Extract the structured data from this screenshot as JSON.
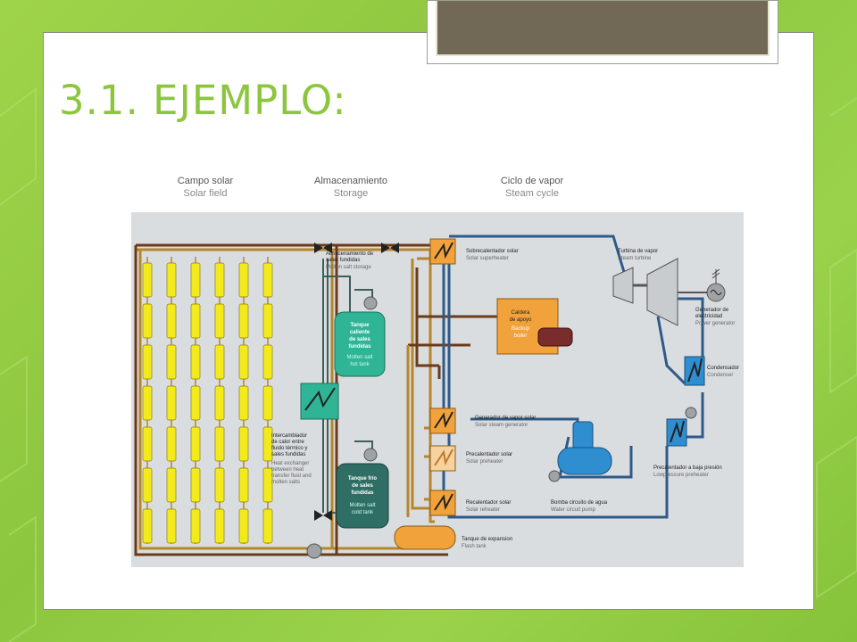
{
  "slide": {
    "title": "3.1. EJEMPLO:"
  },
  "diagram": {
    "headers": [
      {
        "es": "Campo solar",
        "en": "Solar field"
      },
      {
        "es": "Almacenamiento",
        "en": "Storage"
      },
      {
        "es": "Ciclo de vapor",
        "en": "Steam cycle"
      }
    ],
    "labels": {
      "storage_es_1": "Almacenamiento de",
      "storage_es_2": "sales fundidas",
      "storage_en": "Molten salt storage",
      "hot_tank_1": "Tanque",
      "hot_tank_2": "caliente",
      "hot_tank_3": "de sales",
      "hot_tank_4": "fundidas",
      "hot_tank_en_1": "Molten salt",
      "hot_tank_en_2": "hot tank",
      "hx_es_1": "Intercambiador",
      "hx_es_2": "de calor entre",
      "hx_es_3": "fluido térmico y",
      "hx_es_4": "sales fundidas",
      "hx_en_1": "Heat exchanger",
      "hx_en_2": "between heat",
      "hx_en_3": "transfer fluid and",
      "hx_en_4": "molten salts",
      "cold_tank_1": "Tanque frío",
      "cold_tank_2": "de sales",
      "cold_tank_3": "fundidas",
      "cold_tank_en_1": "Molten salt",
      "cold_tank_en_2": "cold tank",
      "superheater_es": "Sobrecalentador solar",
      "superheater_en": "Solar superheater",
      "boiler_es_1": "Caldera",
      "boiler_es_2": "de apoyo",
      "boiler_en_1": "Backup",
      "boiler_en_2": "boiler",
      "turbine_es": "Turbina de vapor",
      "turbine_en": "Steam turbine",
      "generator_es_1": "Generador de",
      "generator_es_2": "electricidad",
      "generator_en": "Power generator",
      "condenser_es": "Condensador",
      "condenser_en": "Condenser",
      "steam_gen_es": "Generador de vapor solar",
      "steam_gen_en": "Solar steam generator",
      "preheater_es": "Precalentador solar",
      "preheater_en": "Solar preheater",
      "lp_preheater_es": "Precalentador a baja presión",
      "lp_preheater_en": "Lowpressure preheater",
      "reheater_es": "Recalentador solar",
      "reheater_en": "Solar reheater",
      "pump_es": "Bomba circuito de agua",
      "pump_en": "Water circuit pump",
      "flash_es": "Tanque de expansion",
      "flash_en": "Flash tank"
    },
    "colors": {
      "oil_pipe": "#b7852c",
      "oil_pipe_dark": "#6b3a1a",
      "water_pipe": "#2f5a88",
      "salt_pipe": "#3d5f5a",
      "collector": "#f3ea1b",
      "hot_tank": "#2fb596",
      "cold_tank": "#2f6e64",
      "orange": "#f2a23a",
      "blue_unit": "#2f8ed0",
      "gray": "#9fa3a6"
    }
  }
}
